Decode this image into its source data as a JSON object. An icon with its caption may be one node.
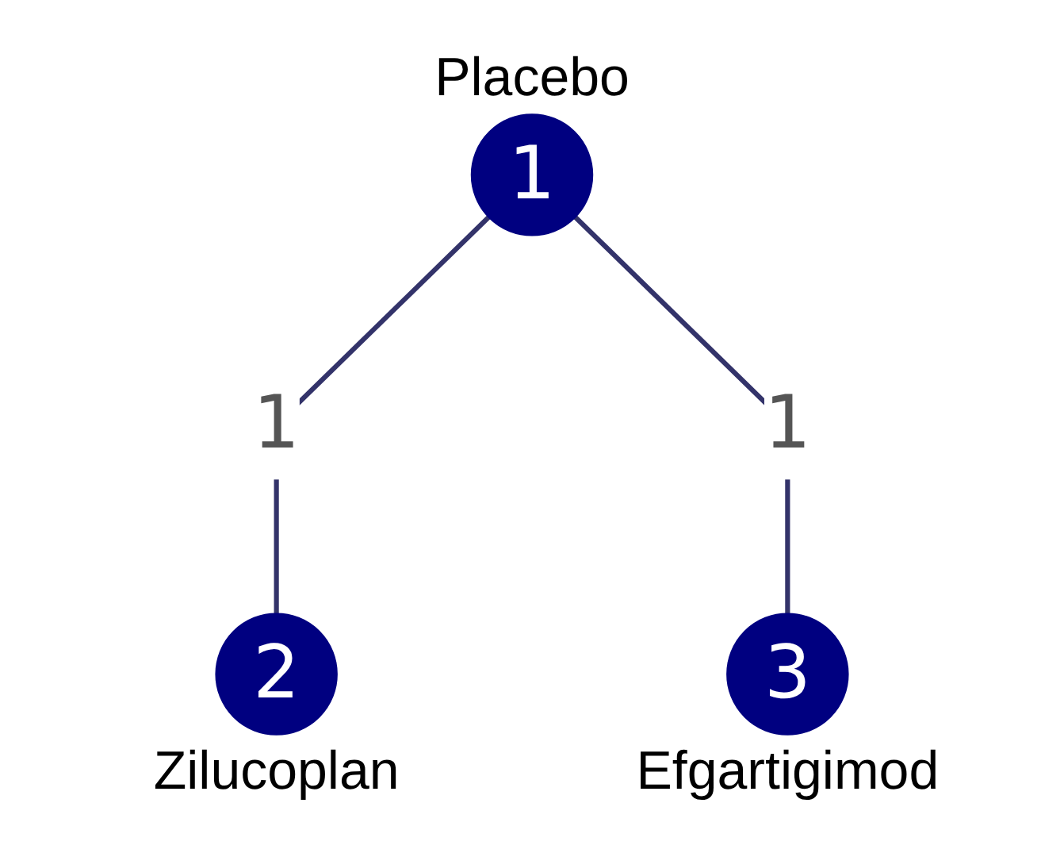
{
  "diagram": {
    "nodes": [
      {
        "text": [
          "1"
        ],
        "beside": [
          "Placebo"
        ]
      },
      {
        "text": [
          "2"
        ],
        "beside": [
          "Zilucoplan"
        ]
      },
      {
        "text": [
          "3"
        ],
        "beside": [
          "Efgartigimod"
        ]
      }
    ],
    "edges": [
      {
        "from": 0,
        "to": 1,
        "arrow": "none",
        "label": "1"
      },
      {
        "from": 0,
        "to": 2,
        "arrow": "none",
        "label": "1"
      }
    ]
  }
}
